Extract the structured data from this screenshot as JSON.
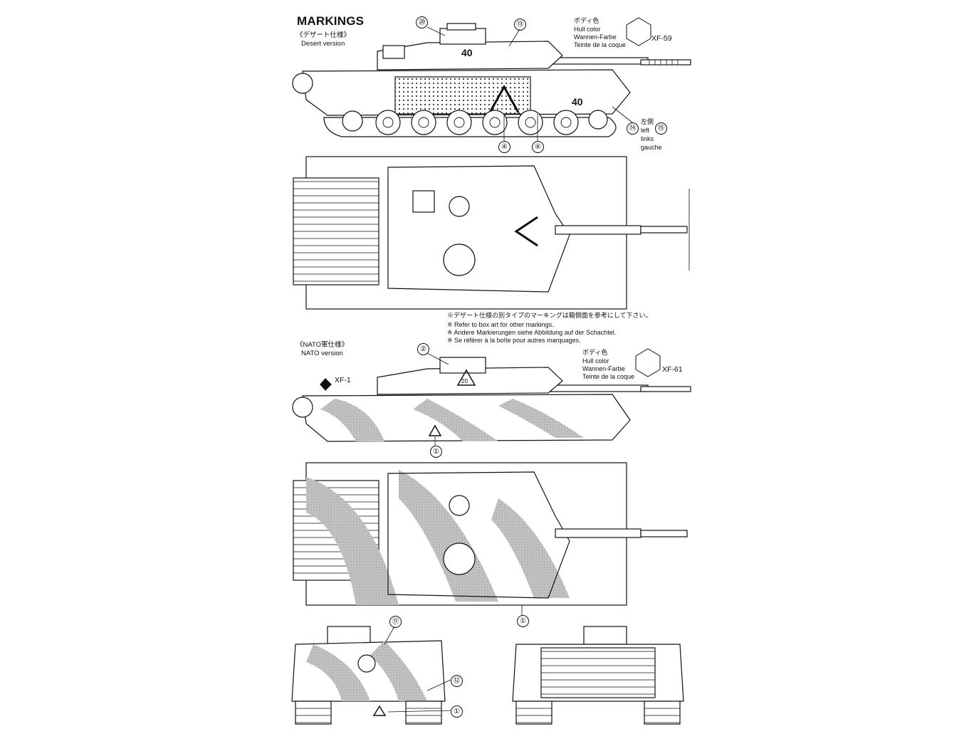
{
  "header": {
    "title": "MARKINGS",
    "desert_jp": "《デザート仕様》",
    "desert_en": "Desert version"
  },
  "desert_color": {
    "jp": "ボディ色",
    "en": "Hull color",
    "de": "Wannen-Farbe",
    "fr": "Teinte de la coque",
    "code": "XF-59"
  },
  "desert_side": {
    "turret_number": "40",
    "hull_number": "40",
    "callouts": [
      "⑳",
      "⑬",
      "⑭",
      "⑮",
      "④",
      "④"
    ],
    "left_side_label": [
      "左側",
      "left",
      "links",
      "gauche"
    ]
  },
  "notes": [
    "※デザート仕様の別タイプのマーキングは箱側面を参考にして下さい。",
    "※ Refer to box art for other markings.",
    "※ Andere Markierungen siehe Abbildung auf der Schachtel.",
    "※ Se référer à la boîte pour autres marquages."
  ],
  "nato": {
    "title_jp": "《NATO軍仕様》",
    "title_en": "NATO version",
    "xf1": "XF-1",
    "turret_marker": "20",
    "callouts_side": [
      "②",
      "①"
    ],
    "callouts_top": [
      "①"
    ],
    "callouts_front": [
      "⑪",
      "⑫",
      "①"
    ]
  },
  "nato_color": {
    "jp": "ボディ色",
    "en": "Hull color",
    "de": "Wannen-Farbe",
    "fr": "Teinte de la coque",
    "code": "XF-61"
  }
}
